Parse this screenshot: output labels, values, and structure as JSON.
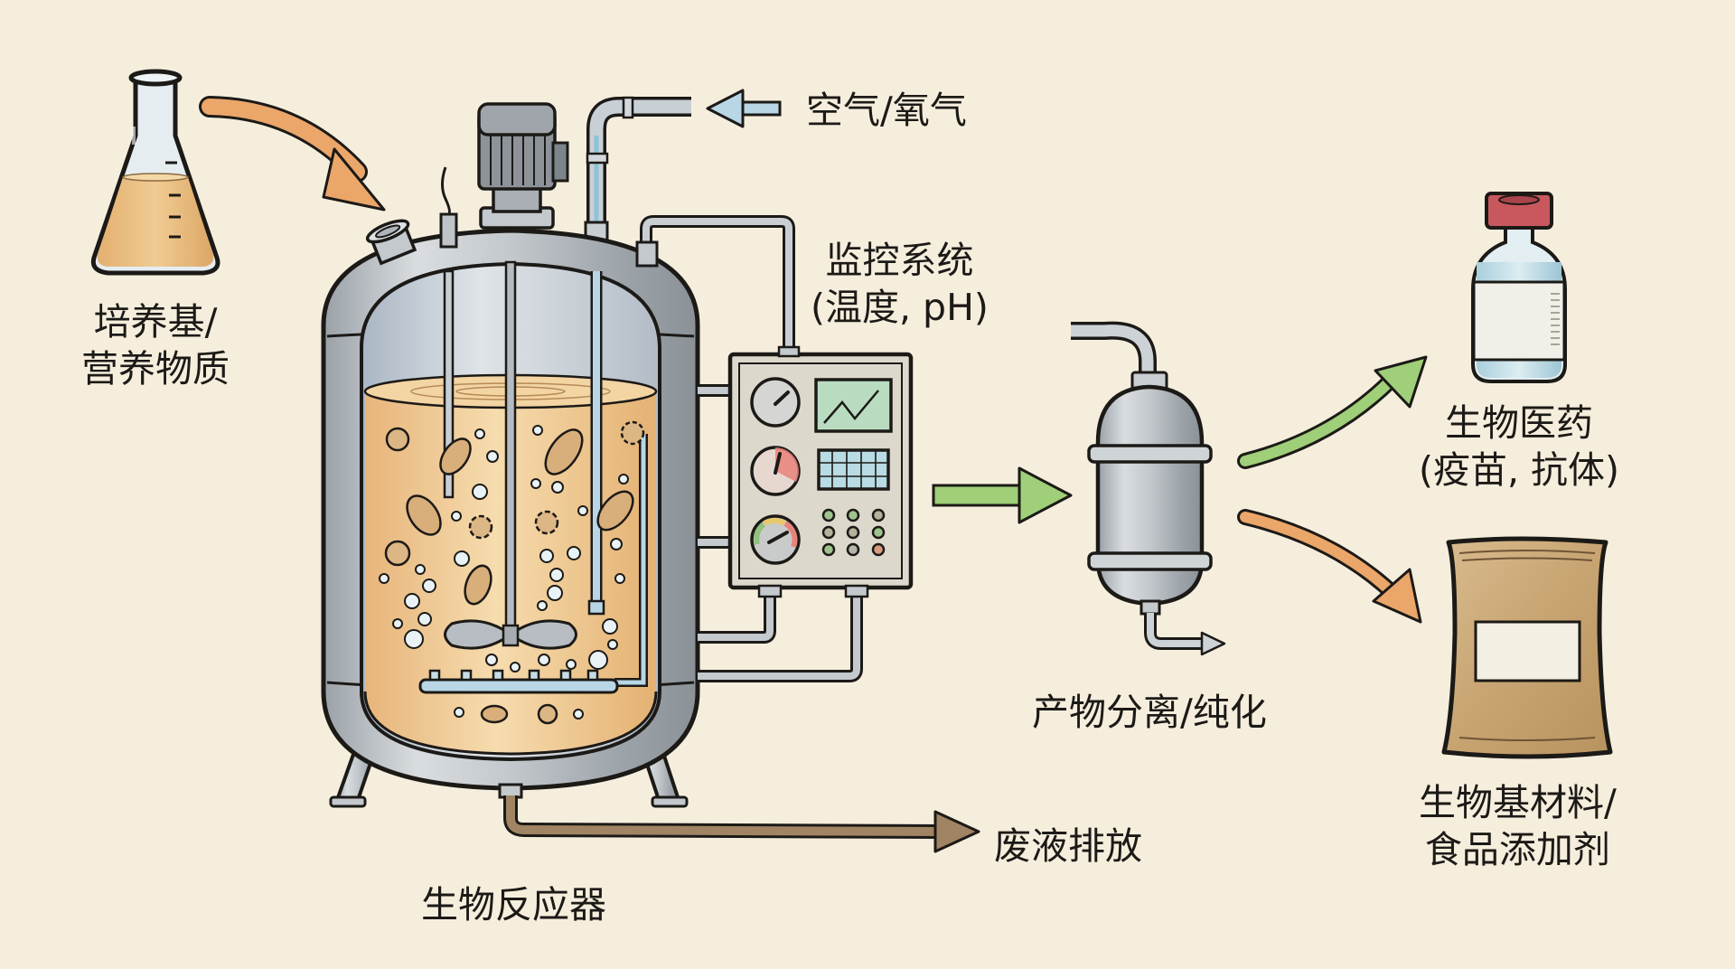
{
  "diagram": {
    "title": "生物反应器工艺流程",
    "colors": {
      "background": "#f6eedd",
      "ink": "#1c1a17",
      "steel": "#b9bfc4",
      "steel_dark": "#8b9298",
      "broth": "#eec48d",
      "broth_edge": "#d9a566",
      "air_arrow": "#b8d6e6",
      "feed_arrow": "#eba66a",
      "output_arrow": "#9fcf78",
      "waste_arrow": "#a08463",
      "vial_cap": "#c9585e",
      "vial_liquid": "#bcdbe6",
      "bag": "#c8a679",
      "gauge_red": "#e7847a",
      "screen_green": "#9fd4b0",
      "screen_blue": "#b8dbe4"
    },
    "nodes": {
      "medium": {
        "line1": "培养基/",
        "line2": "营养物质",
        "icon": "erlenmeyer-flask-icon"
      },
      "air": {
        "label": "空气/氧气",
        "icon": "air-inlet-arrow-icon"
      },
      "monitor": {
        "line1": "监控系统",
        "line2": "(温度, pH)",
        "icon": "control-panel-icon"
      },
      "reactor": {
        "label": "生物反应器",
        "icon": "bioreactor-tank-icon"
      },
      "waste": {
        "label": "废液排放",
        "icon": "waste-arrow-icon"
      },
      "separation": {
        "label": "产物分离/纯化",
        "icon": "separation-column-icon"
      },
      "pharma": {
        "line1": "生物医药",
        "line2": "(疫苗, 抗体)",
        "icon": "vial-icon"
      },
      "materials": {
        "line1": "生物基材料/",
        "line2": "食品添加剂",
        "icon": "sack-icon"
      }
    },
    "edges": [
      {
        "from": "medium",
        "to": "reactor"
      },
      {
        "from": "air",
        "to": "reactor"
      },
      {
        "from": "reactor",
        "to": "monitor"
      },
      {
        "from": "monitor",
        "to": "separation"
      },
      {
        "from": "reactor",
        "to": "waste"
      },
      {
        "from": "separation",
        "to": "pharma"
      },
      {
        "from": "separation",
        "to": "materials"
      }
    ]
  }
}
